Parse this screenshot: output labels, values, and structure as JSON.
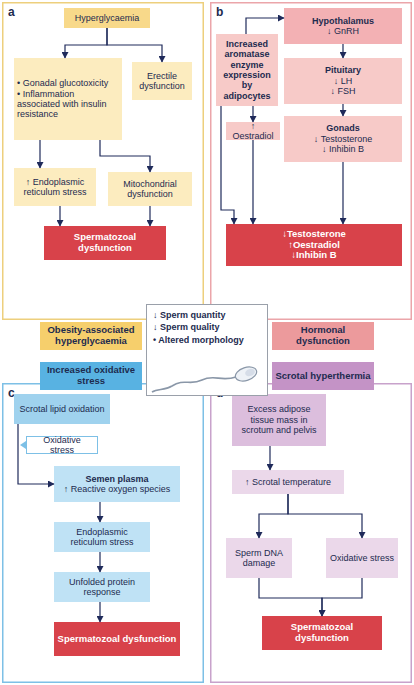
{
  "diagram": {
    "nodes": [
      {
        "text": [
          "a"
        ]
      },
      {
        "text": [
          "Hyperglycaemia"
        ],
        "in": 0
      },
      {
        "text": [
          "• Gonadal glucotoxicity",
          "• Inflammation associated with insulin resistance"
        ],
        "in": 0
      },
      {
        "text": [
          "Erectile dysfunction"
        ],
        "in": 0
      },
      {
        "text": [
          "↑ Endoplasmic reticulum stress"
        ],
        "in": 0
      },
      {
        "text": [
          "Mitochondrial dysfunction"
        ],
        "in": 0
      },
      {
        "text": [
          "Spermatozoal dysfunction"
        ],
        "in": 0
      },
      {
        "text": [
          "b"
        ]
      },
      {
        "text": [
          "Hypothalamus",
          "↓ GnRH"
        ],
        "in": 7
      },
      {
        "text": [
          "Increased aromatase enzyme expression by adipocytes"
        ],
        "in": 7
      },
      {
        "text": [
          "Pituitary",
          "↓ LH",
          "↓ FSH"
        ],
        "in": 7
      },
      {
        "text": [
          "↑ Oestradiol"
        ],
        "in": 7
      },
      {
        "text": [
          "Gonads",
          "↓ Testosterone",
          "↓ Inhibin B"
        ],
        "in": 7
      },
      {
        "text": [
          "↓Testosterone",
          "↑Oestradiol",
          "↓Inhibin B"
        ],
        "in": 7
      },
      {
        "text": [
          "Obesity-associated hyperglycaemia"
        ]
      },
      {
        "text": [
          "↓ Sperm quantity",
          "↓ Sperm quality",
          "• Altered morphology"
        ]
      },
      {
        "text": [
          "Hormonal dysfunction"
        ]
      },
      {
        "text": [
          "Increased oxidative stress"
        ]
      },
      {
        "text": [
          "Scrotal hyperthermia"
        ]
      },
      {
        "text": [
          "c"
        ]
      },
      {
        "text": [
          "Scrotal lipid oxidation"
        ],
        "in": 19
      },
      {
        "text": [
          "Oxidative stress"
        ],
        "in": 19
      },
      {
        "text": [
          "Semen plasma",
          "↑ Reactive oxygen species"
        ],
        "in": 19
      },
      {
        "text": [
          "Endoplasmic reticulum stress"
        ],
        "in": 19
      },
      {
        "text": [
          "Unfolded protein response"
        ],
        "in": 19
      },
      {
        "text": [
          "Spermatozoal dysfunction"
        ],
        "in": 19
      },
      {
        "text": [
          "d"
        ]
      },
      {
        "text": [
          "Excess adipose tissue mass in scrotum and pelvis"
        ],
        "in": 26
      },
      {
        "text": [
          "↑ Scrotal temperature"
        ],
        "in": 26
      },
      {
        "text": [
          "Sperm DNA damage"
        ],
        "in": 26
      },
      {
        "text": [
          "Oxidative stress"
        ],
        "in": 26
      },
      {
        "text": [
          "Spermatozoal dysfunction"
        ],
        "in": 26
      }
    ],
    "edges": [
      {
        "from": 1,
        "to": 2,
        "arrow": "to"
      },
      {
        "from": 1,
        "to": 3,
        "arrow": "to"
      },
      {
        "from": 2,
        "to": 4,
        "arrow": "to"
      },
      {
        "from": 2,
        "to": 5,
        "arrow": "to"
      },
      {
        "from": 4,
        "to": 6,
        "arrow": "to"
      },
      {
        "from": 5,
        "to": 6,
        "arrow": "to"
      },
      {
        "from": 8,
        "to": 10,
        "arrow": "to"
      },
      {
        "from": 10,
        "to": 12,
        "arrow": "to"
      },
      {
        "from": 12,
        "to": 13,
        "arrow": "to"
      },
      {
        "from": 9,
        "to": 11,
        "arrow": "to"
      },
      {
        "from": 11,
        "to": 13,
        "arrow": "to"
      },
      {
        "from": 9,
        "to": 8,
        "arrow": "to"
      },
      {
        "from": 9,
        "to": 13,
        "arrow": "to"
      },
      {
        "from": 20,
        "to": 22,
        "arrow": "to"
      },
      {
        "from": 22,
        "to": 23,
        "arrow": "to"
      },
      {
        "from": 23,
        "to": 24,
        "arrow": "to"
      },
      {
        "from": 24,
        "to": 25,
        "arrow": "to"
      },
      {
        "from": 27,
        "to": 28,
        "arrow": "to"
      },
      {
        "from": 28,
        "to": 29,
        "arrow": "to"
      },
      {
        "from": 28,
        "to": 30,
        "arrow": "to"
      },
      {
        "from": 29,
        "to": 31,
        "arrow": "to"
      },
      {
        "from": 30,
        "to": 31,
        "arrow": "to"
      }
    ]
  }
}
